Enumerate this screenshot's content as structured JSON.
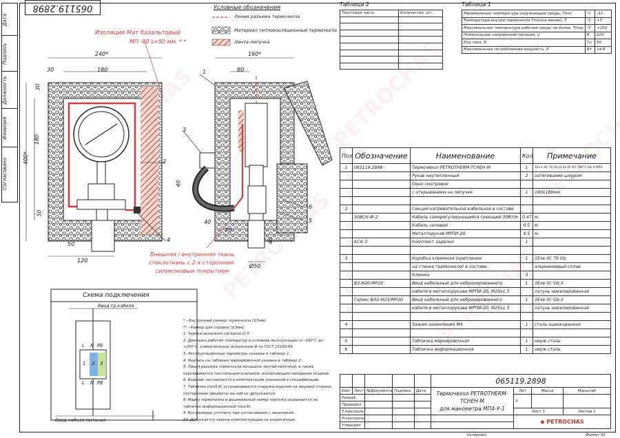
{
  "drawing_number": "065119.2898",
  "side_labels": [
    "Дата",
    "Подпись",
    "Должность",
    "Фамилия",
    "Согласовано"
  ],
  "legend": {
    "title": "Условные обозначения",
    "items": [
      "Линия разъема термочехла",
      "Материал теплоизоляционный термочехла",
      "Лента-липучка"
    ]
  },
  "isolation_note": "Изоляция Мат базальтовый",
  "isolation_sub": "МП -80 s=50 мм. * *",
  "inner_note": [
    "Внешняя / внутренняя ткань",
    "стеклоткань с 2-х сторонним",
    "силиконовым покрытием"
  ],
  "dims": {
    "d240": "240*",
    "d180a": "180",
    "d30a": "30",
    "d30b": "30",
    "d400": "400*",
    "d180b": "180",
    "d50a": "50",
    "d50b": "50",
    "d120": "120",
    "d160": "160*",
    "d80": "80",
    "d40a": "40",
    "d40b": "40",
    "d40c": "40",
    "d50c": "Ø50",
    "d70": "70"
  },
  "callouts": [
    "1",
    "2",
    "3",
    "4",
    "5",
    "6"
  ],
  "scheme": {
    "title": "Схема подключения",
    "top_label": "Ввод гр.кабеля",
    "bottom_label": "Ввод кабеля питания",
    "terms_top": [
      "L",
      "N",
      "PE"
    ],
    "terms_mid": [
      "1",
      "2",
      "3"
    ],
    "terms_bot": [
      "L",
      "N",
      "PE"
    ]
  },
  "notes": [
    "* - Внутренний размер термочехла (±5мм).",
    "** - Размер для справок (±3мм).",
    "1. Чертеж выполнен согласно О.Л",
    "2. Диапазон рабочих температур в условиях эксплуатации от -200°С до",
    "+250°С, климатическое исполнение В по ГОСТ 15150-69.",
    "3. Эксплуатационные параметры указаны в таблице 1.",
    "4. Надпись на табличке маркировочной указана в таблице 2.",
    "5. Линия разъема термочехла оснащена лентой-липучкой, а также",
    "перекрывается текстильным клапаном, исключающим попадание осадков.",
    "6. Изделие поставляется в комплектации указанной в спецификации.",
    "7. Табличка (поз5,6) устанавливается снаружи изделия на лицевой стороне,",
    "посторонние предметы на ней не допускаются.",
    "8. Марку термочехла и децимальный номер чертежа указывается на",
    "табличке информационной (поз.6).",
    "9. Все размеры уточнить при согласовании с заказчиком.",
    "10.    Допускается замена комплектующих на аналогичные."
  ],
  "table2": {
    "title": "Таблица 2",
    "headers": [
      "Текстовая часть",
      "Количество, шт."
    ],
    "rows": 6
  },
  "table1": {
    "title": "Таблица 1",
    "rows": [
      [
        "Минимальная температура окружающей среды, Tmin",
        "°С",
        "-33"
      ],
      [
        "Температура внутри термочехла Tmin(не менее), T",
        "°С",
        "+5"
      ],
      [
        "Максимальная температура рабочей среды не более, Tmax",
        "°С",
        "+250"
      ],
      [
        "Номинальное напряжение питания, U",
        "В",
        "220"
      ],
      [
        "Род тока, N",
        "Гц",
        "50"
      ],
      [
        "Максимальная потребляемая мощность, P",
        "Вт",
        "14.6"
      ]
    ]
  },
  "spec": {
    "headers": [
      "Поз.",
      "Обозначение",
      "Наименование",
      "Кол.",
      "Примечание"
    ],
    "rows": [
      [
        "1",
        "065119.2898",
        "Термочехол PETROTHERM-TCHEH-M",
        "1",
        "1Ex e IIC T6 Gb X/ Ex tb IIIC T80°C Db X,IP66"
      ],
      [
        "",
        "",
        "Рукав неутепленный",
        "2",
        "затягивание шнуром"
      ],
      [
        "",
        "",
        "Окно смотровое",
        "",
        ""
      ],
      [
        "",
        "",
        "с открыванием на липучке",
        "1",
        "180х180мм."
      ],
      [
        "",
        "",
        "",
        "",
        ""
      ],
      [
        "2",
        "",
        "Секция нагревательная кабельная в составе",
        "",
        ""
      ],
      [
        "",
        "30ВСК-Ф-2",
        "Кабель саморегулирующийся греющий 30Вт/м",
        "0.47",
        "м."
      ],
      [
        "",
        "",
        "Кабель силовой",
        "0.5",
        "м."
      ],
      [
        "",
        "",
        "Металлорукав МРПИ-20",
        "0.5",
        "м."
      ],
      [
        "",
        "КСК-3",
        "Комплект заделки",
        "1",
        ""
      ],
      [
        "",
        "",
        "",
        "",
        ""
      ],
      [
        "3",
        "",
        "Коробка клеммная (крепление",
        "1",
        "1Exe IIC T6 Gb"
      ],
      [
        "",
        "",
        "на стенке термочехла) в составе:",
        "",
        "алюминиевый сплав"
      ],
      [
        "",
        "",
        "Клемма",
        "3",
        ""
      ],
      [
        "",
        "ВЗ-Н20-МР20",
        "Ввод кабельный для небронированного",
        "1",
        "1Exe IIC Gb X"
      ],
      [
        "",
        "",
        "кабеля в металлорукаве МРПИ-20, М20х1.5",
        "",
        "латунь никелированная"
      ],
      [
        "",
        "Горэкс ВЛ2-М25/МР20",
        "Ввод кабельный для небронированного",
        "1",
        "1Exe IIC Gb X"
      ],
      [
        "",
        "",
        "кабеля в металлорукаве МРПИ-20, М25х1.5",
        "",
        "латунь никелированная"
      ],
      [
        "",
        "",
        "",
        "",
        ""
      ],
      [
        "4",
        "",
        "Зажим заземления М4",
        "1",
        "сталь оцинкованная"
      ],
      [
        "",
        "",
        "",
        "",
        ""
      ],
      [
        "5",
        "",
        "Табличка маркировочная",
        "1",
        "нерж.сталь"
      ],
      [
        "6",
        "",
        "Табличка информационная",
        "1",
        "нерж.сталь"
      ]
    ]
  },
  "title_block": {
    "number": "065119.2898",
    "col_heads": [
      "Изм.",
      "Лист",
      "№Документа",
      "Подпись",
      "Дата"
    ],
    "roles": [
      "Разраб.",
      "Проверил",
      "Т.контроль",
      "Н.контроль",
      "Утвердил"
    ],
    "name_line1": "Термочехол PETROTHERM-TCHEH-M",
    "name_line2": "для манометра МП4-У-1",
    "lit_head": "Лит",
    "mass_head": "Масса",
    "scale_head": "Масштаб",
    "lit_value": "3",
    "sheet": "Лист 1",
    "sheets": "Листов 1",
    "company": "PETROCHAS"
  },
  "footer": {
    "copied": "Копировал",
    "format": "Формат А3"
  },
  "colors": {
    "red": "#d63a3a",
    "hatch": "#c0392b",
    "line": "#222222"
  }
}
